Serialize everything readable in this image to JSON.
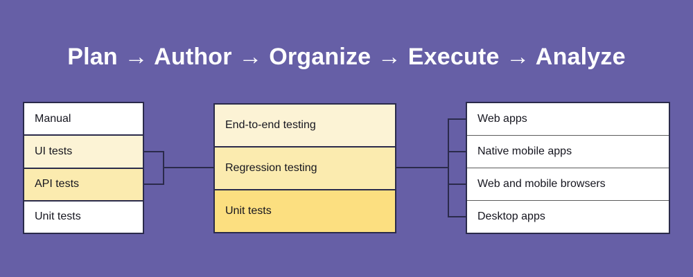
{
  "theme": {
    "background": "#665FA6",
    "border": "#2A2A4A",
    "text": "#15151E",
    "title_color": "#FFFFFF",
    "fill_white": "#FFFFFF",
    "fill_cream": "#FCF3D5",
    "fill_yellow": "#FBEBAF",
    "fill_gold": "#FCDF80",
    "divider_thin": "#5A5A5A"
  },
  "title": "Plan → Author → Organize → Execute → Analyze",
  "stages": [
    "Plan",
    "Author",
    "Organize",
    "Execute",
    "Analyze"
  ],
  "arrow_glyph": "→",
  "columns": [
    {
      "name": "test-types",
      "rows": [
        {
          "label": "Manual",
          "fill": "white"
        },
        {
          "label": "UI tests",
          "fill": "cream"
        },
        {
          "label": "API tests",
          "fill": "yellow"
        },
        {
          "label": "Unit tests",
          "fill": "white"
        }
      ]
    },
    {
      "name": "test-levels",
      "rows": [
        {
          "label": "End-to-end testing",
          "fill": "cream"
        },
        {
          "label": "Regression testing",
          "fill": "yellow"
        },
        {
          "label": "Unit tests",
          "fill": "gold"
        }
      ]
    },
    {
      "name": "targets",
      "rows": [
        {
          "label": "Web apps",
          "fill": "white"
        },
        {
          "label": "Native mobile apps",
          "fill": "white"
        },
        {
          "label": "Web and mobile browsers",
          "fill": "white"
        },
        {
          "label": "Desktop apps",
          "fill": "white"
        }
      ]
    }
  ],
  "connectors": {
    "left_bracket": {
      "from_rows": [
        "UI tests",
        "API tests"
      ],
      "to_column": "test-levels"
    },
    "right_bracket": {
      "from_column": "test-levels",
      "to_rows": [
        "Web apps",
        "Native mobile apps",
        "Web and mobile browsers",
        "Desktop apps"
      ]
    }
  }
}
